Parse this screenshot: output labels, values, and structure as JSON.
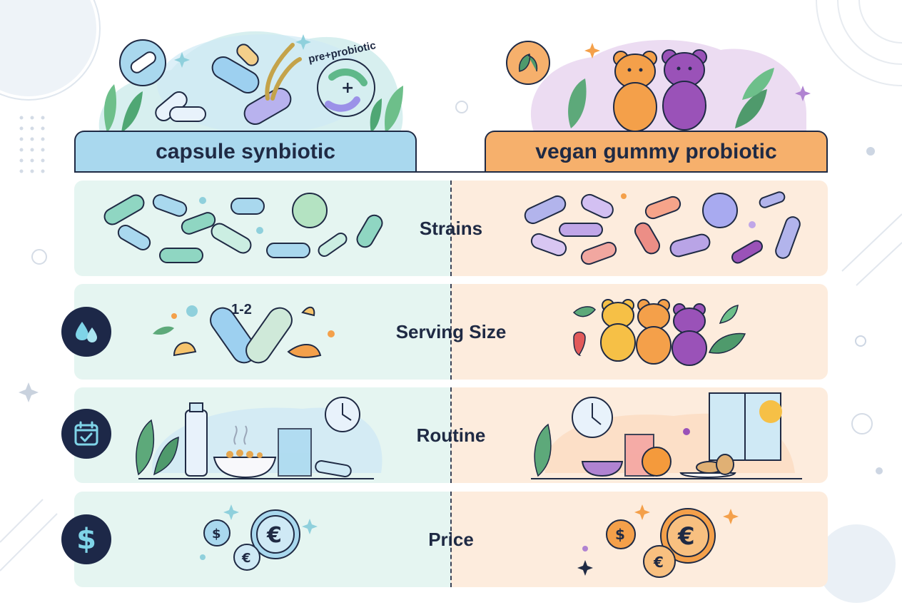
{
  "headers": {
    "left": "capsule synbiotic",
    "right": "vegan gummy probiotic"
  },
  "hero_left": {
    "badge_text": "pre+probiotic"
  },
  "rows": [
    {
      "label": "Strains"
    },
    {
      "label": "Serving Size",
      "left_dose_text": "1-2"
    },
    {
      "label": "Routine"
    },
    {
      "label": "Price"
    }
  ],
  "icons": {
    "serving": "water-drops-icon",
    "routine": "calendar-check-icon",
    "price": "dollar-icon",
    "currency_symbols": [
      "$",
      "€"
    ]
  },
  "colors": {
    "navy": "#1f2a44",
    "left_header": "#a9d8ee",
    "right_header": "#f6b06c",
    "left_row_bg": "#e5f5f1",
    "right_row_bg": "#fdecdd"
  }
}
